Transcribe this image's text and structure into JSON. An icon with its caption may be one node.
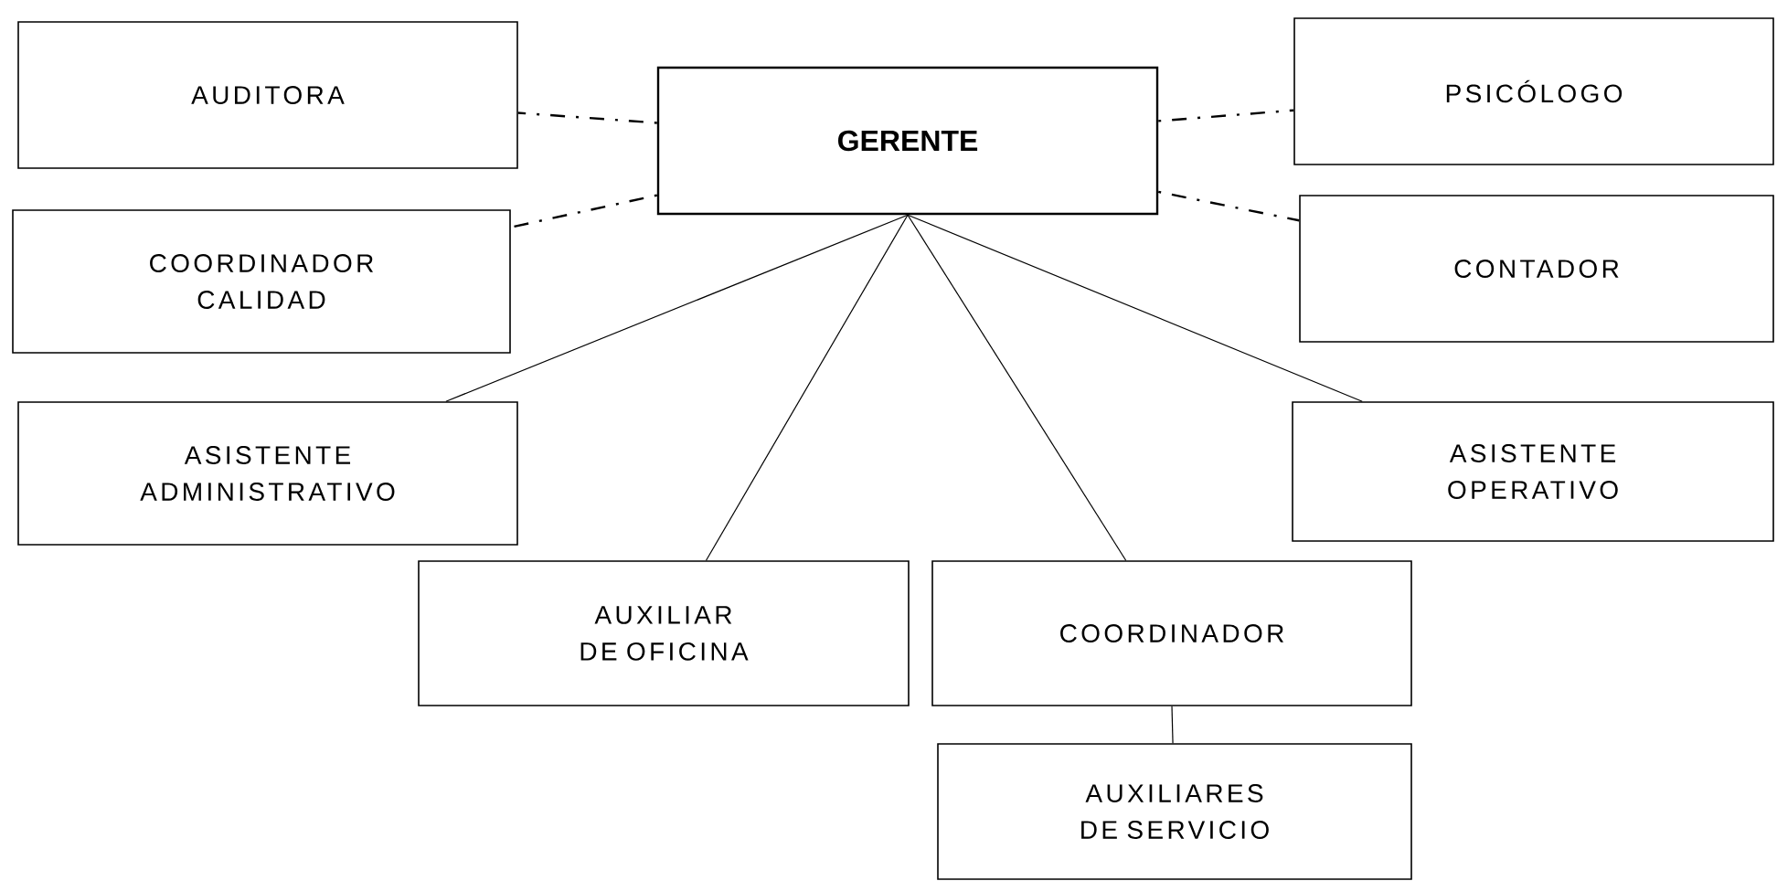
{
  "diagram": {
    "nodes": [
      {
        "text": [
          "AUDITORA"
        ]
      },
      {
        "text": [
          "GERENTE"
        ]
      },
      {
        "text": [
          "PSICÓLOGO"
        ]
      },
      {
        "text": [
          "COORDINADOR CALIDAD"
        ]
      },
      {
        "text": [
          "CONTADOR"
        ]
      },
      {
        "text": [
          "ASISTENTE ADMINISTRATIVO"
        ]
      },
      {
        "text": [
          "ASISTENTE OPERATIVO"
        ]
      },
      {
        "text": [
          "AUXILIAR DE OFICINA"
        ]
      },
      {
        "text": [
          "COORDINADOR"
        ]
      },
      {
        "text": [
          "AUXILIARES DE SERVICIO"
        ]
      }
    ],
    "edges": [
      {
        "from": 1,
        "to": 0,
        "arrow": "none",
        "style": "dashed"
      },
      {
        "from": 1,
        "to": 2,
        "arrow": "none",
        "style": "dashed"
      },
      {
        "from": 1,
        "to": 3,
        "arrow": "none",
        "style": "dashed"
      },
      {
        "from": 1,
        "to": 4,
        "arrow": "none",
        "style": "dashed"
      },
      {
        "from": 1,
        "to": 5,
        "arrow": "none"
      },
      {
        "from": 1,
        "to": 7,
        "arrow": "none"
      },
      {
        "from": 1,
        "to": 8,
        "arrow": "none"
      },
      {
        "from": 1,
        "to": 6,
        "arrow": "none"
      },
      {
        "from": 8,
        "to": 9,
        "arrow": "none"
      }
    ]
  }
}
